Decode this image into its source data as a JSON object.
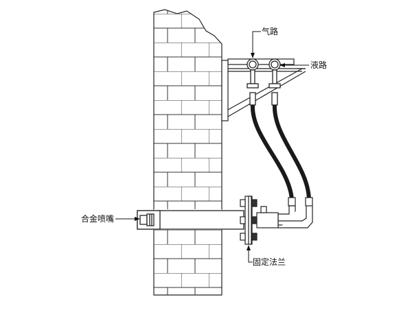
{
  "labels": {
    "gas_line": "气路",
    "liquid_line": "液路",
    "alloy_nozzle": "合金喷嘴",
    "fixed_flange": "固定法兰"
  },
  "colors": {
    "line": "#222222",
    "hose": "#1a1a1a",
    "background": "#ffffff"
  }
}
